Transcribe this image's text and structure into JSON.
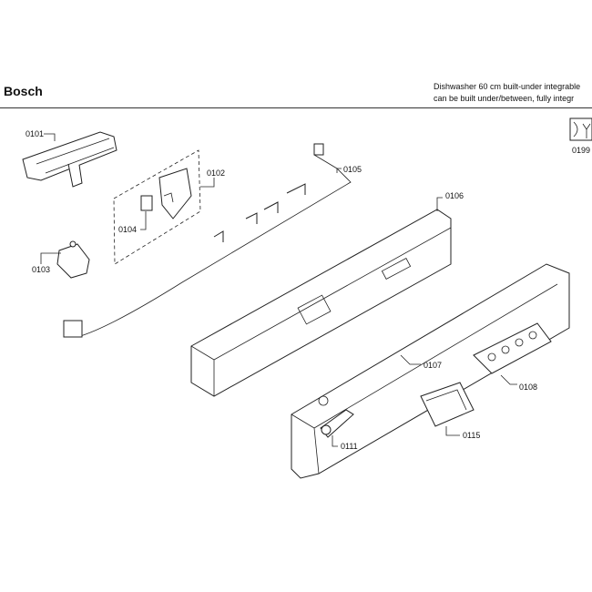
{
  "header": {
    "brand": "Bosch",
    "description_line1": "Dishwasher 60 cm built-under integrable",
    "description_line2": "can be built under/between, fully integr"
  },
  "service_icon": {
    "icon": "wrench-icon",
    "label": "0199"
  },
  "parts": [
    {
      "id": "0101"
    },
    {
      "id": "0102"
    },
    {
      "id": "0103"
    },
    {
      "id": "0104"
    },
    {
      "id": "0105"
    },
    {
      "id": "0106"
    },
    {
      "id": "0107"
    },
    {
      "id": "0108"
    },
    {
      "id": "0111"
    },
    {
      "id": "0115"
    }
  ]
}
